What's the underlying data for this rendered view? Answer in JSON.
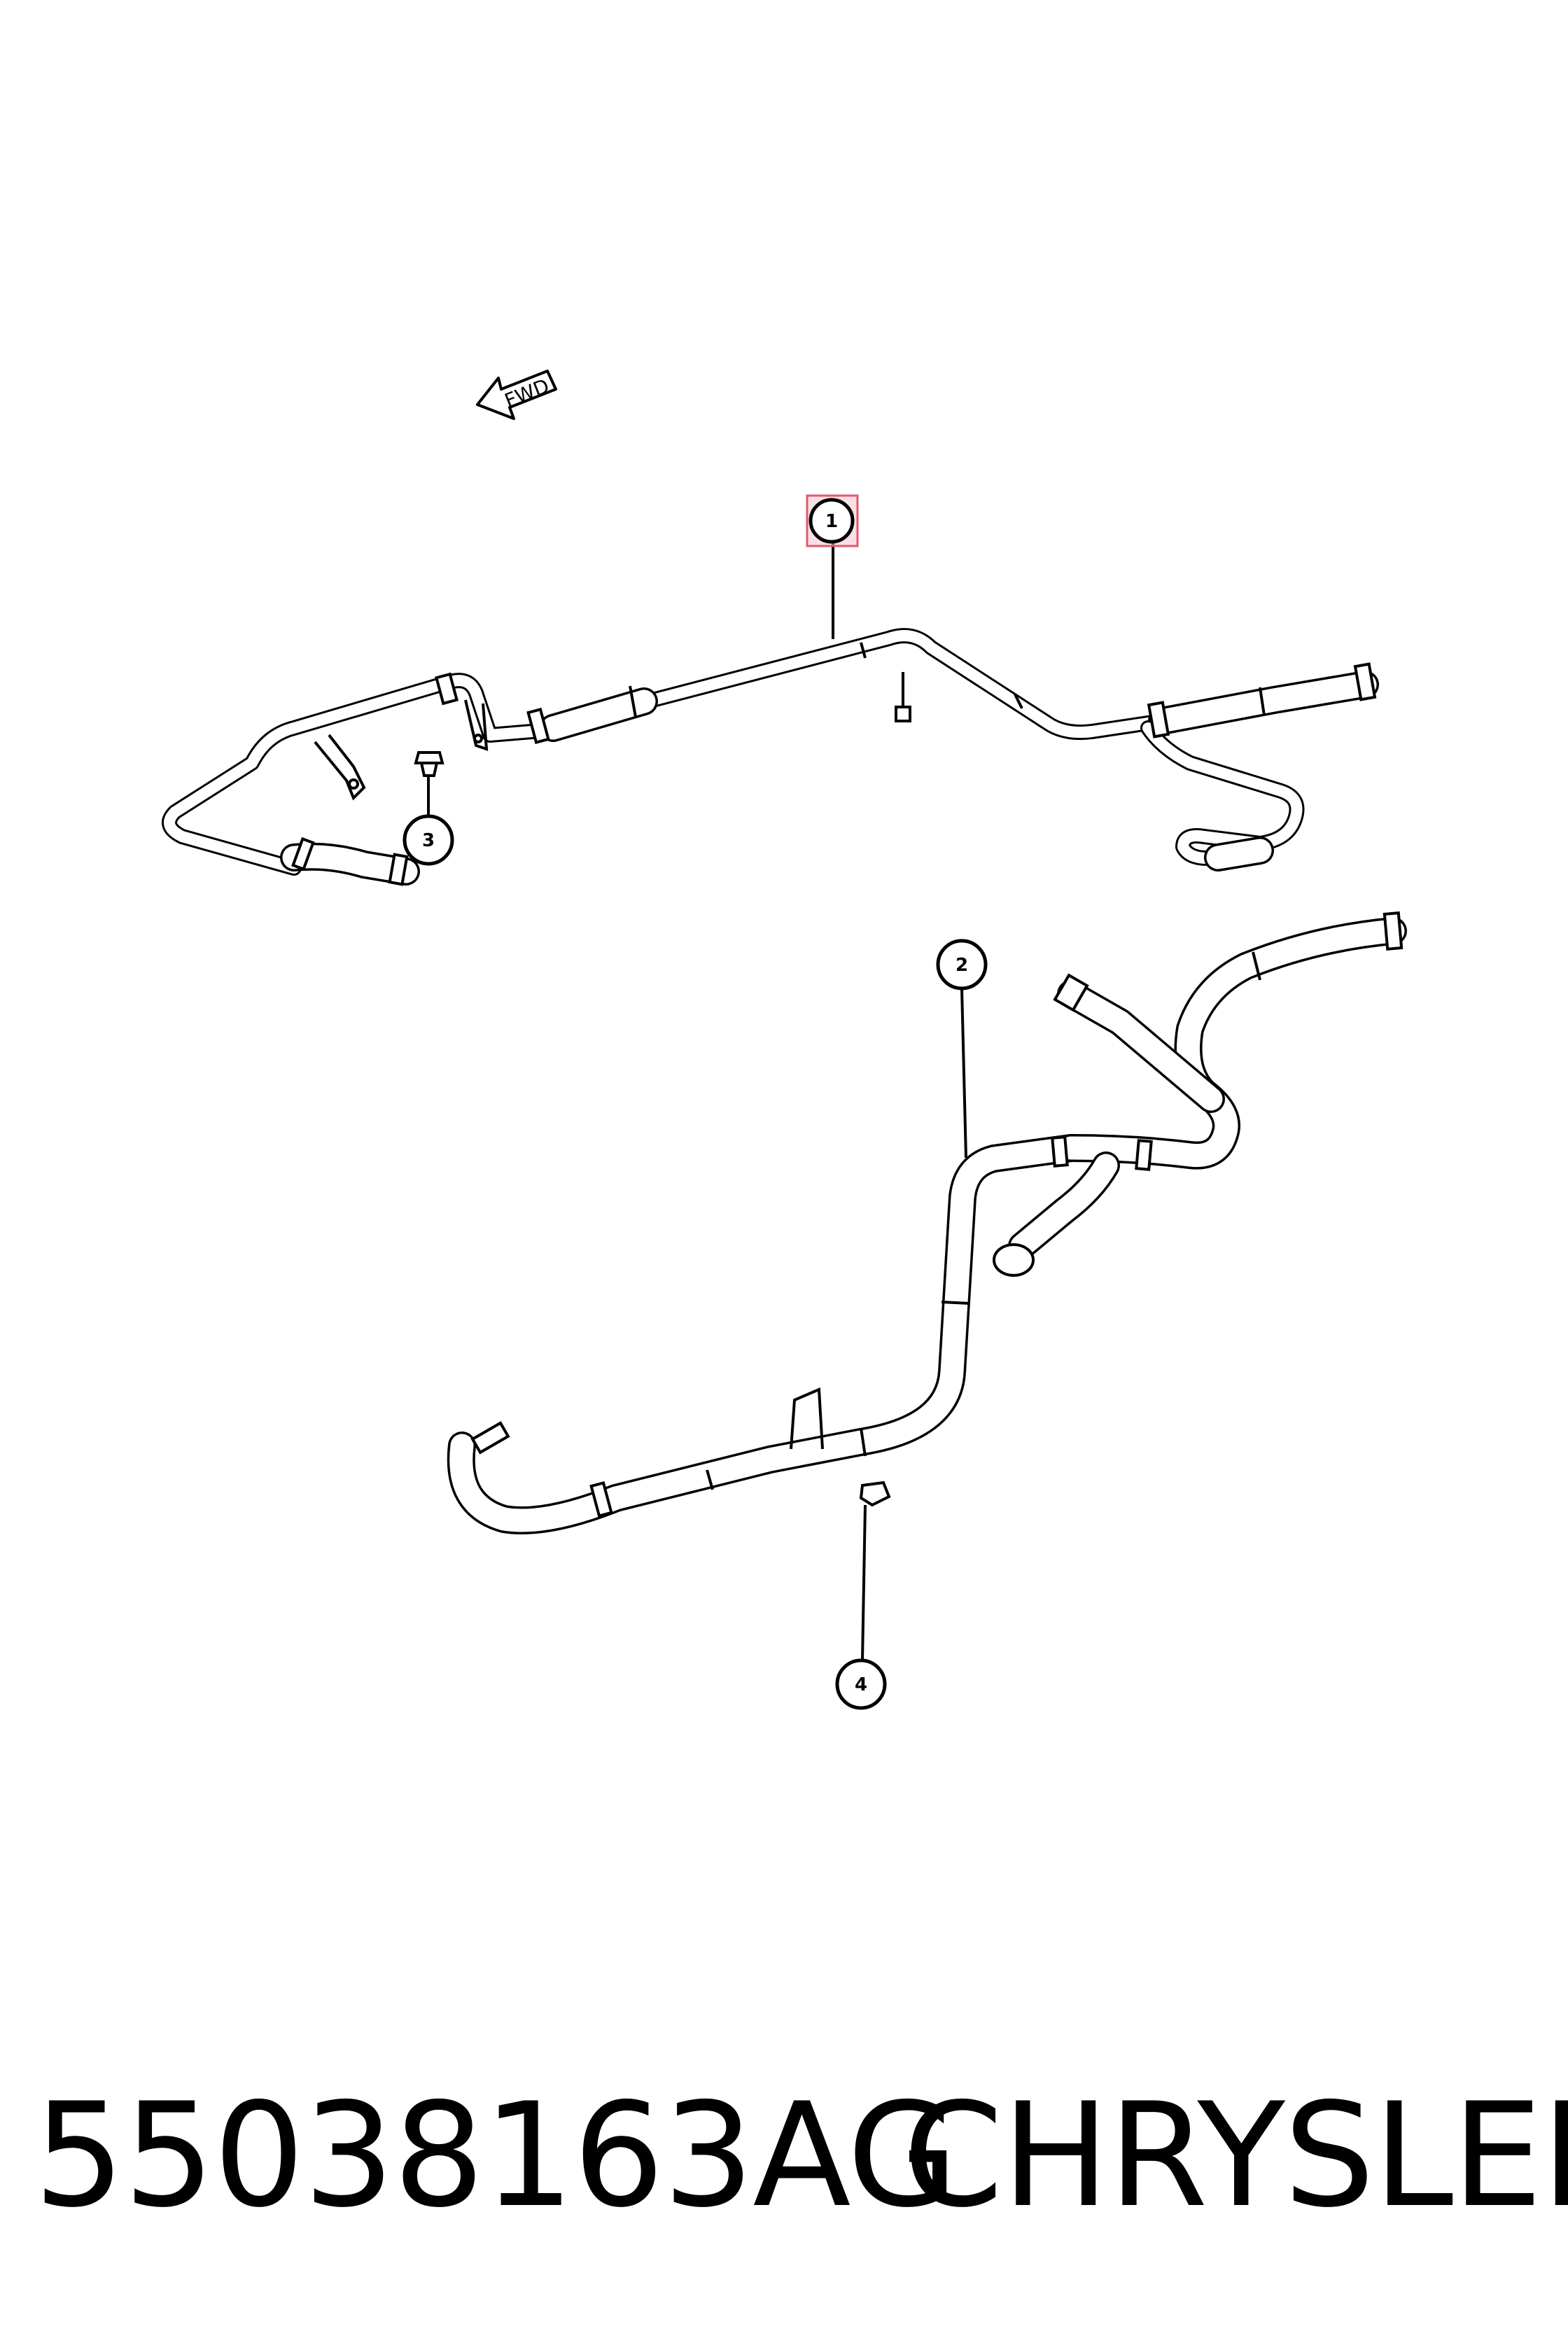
{
  "diagram": {
    "fwd_label": "FWD",
    "callouts": [
      {
        "id": "1",
        "label": "1",
        "highlighted": true
      },
      {
        "id": "2",
        "label": "2",
        "highlighted": false
      },
      {
        "id": "3",
        "label": "3",
        "highlighted": false
      },
      {
        "id": "4",
        "label": "4",
        "highlighted": false
      }
    ],
    "highlight_color": "#f3c6d0",
    "highlight_border": "#e05a6a"
  },
  "footer": {
    "part_number": "55038163AG",
    "brand": "CHRYSLER"
  }
}
